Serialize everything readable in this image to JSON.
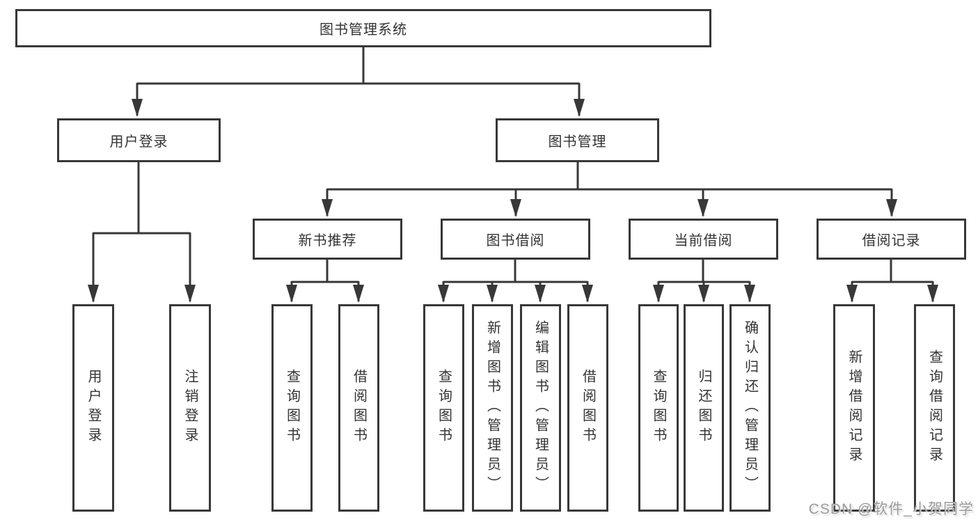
{
  "tree": {
    "root": {
      "label": "图书管理系统"
    },
    "children": [
      {
        "label": "用户登录",
        "children": [
          {
            "label": "用户登录"
          },
          {
            "label": "注销登录"
          }
        ]
      },
      {
        "label": "图书管理",
        "children": [
          {
            "label": "新书推荐",
            "children": [
              {
                "label": "查询图书"
              },
              {
                "label": "借阅图书"
              }
            ]
          },
          {
            "label": "图书借阅",
            "children": [
              {
                "label": "查询图书"
              },
              {
                "label": "新增图书（管理员）"
              },
              {
                "label": "编辑图书（管理员）"
              },
              {
                "label": "借阅图书"
              }
            ]
          },
          {
            "label": "当前借阅",
            "children": [
              {
                "label": "查询图书"
              },
              {
                "label": "归还图书"
              },
              {
                "label": "确认归还（管理员）"
              }
            ]
          },
          {
            "label": "借阅记录",
            "children": [
              {
                "label": "新增借阅记录"
              },
              {
                "label": "查询借阅记录"
              }
            ]
          }
        ]
      }
    ]
  },
  "watermark": "CSDN @软件_小贺同学",
  "colors": {
    "line": "#383838",
    "text": "#333333",
    "watermark": "#9b9b9b",
    "background": "#ffffff"
  }
}
